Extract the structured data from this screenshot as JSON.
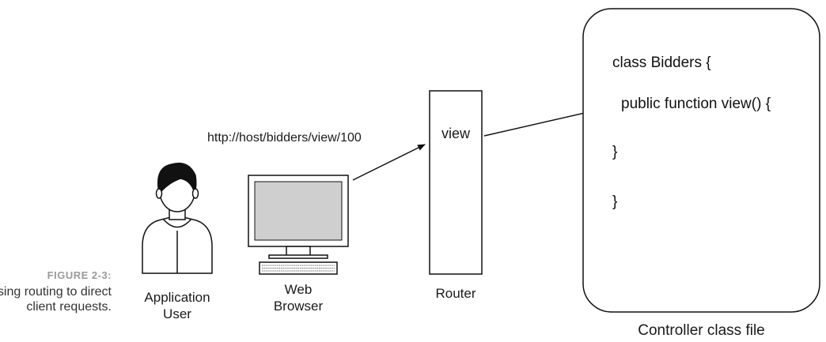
{
  "figure": {
    "label": "FIGURE 2-3:",
    "caption": "Using routing to direct client requests."
  },
  "user": {
    "label_line1": "Application",
    "label_line2": "User"
  },
  "browser": {
    "label_line1": "Web",
    "label_line2": "Browser"
  },
  "request_url": "http://host/bidders/view/100",
  "router": {
    "label": "Router",
    "entry": "view"
  },
  "controller": {
    "label": "Controller class file",
    "code_lines": [
      "class Bidders {",
      "public function view() {",
      "}",
      "}"
    ]
  }
}
